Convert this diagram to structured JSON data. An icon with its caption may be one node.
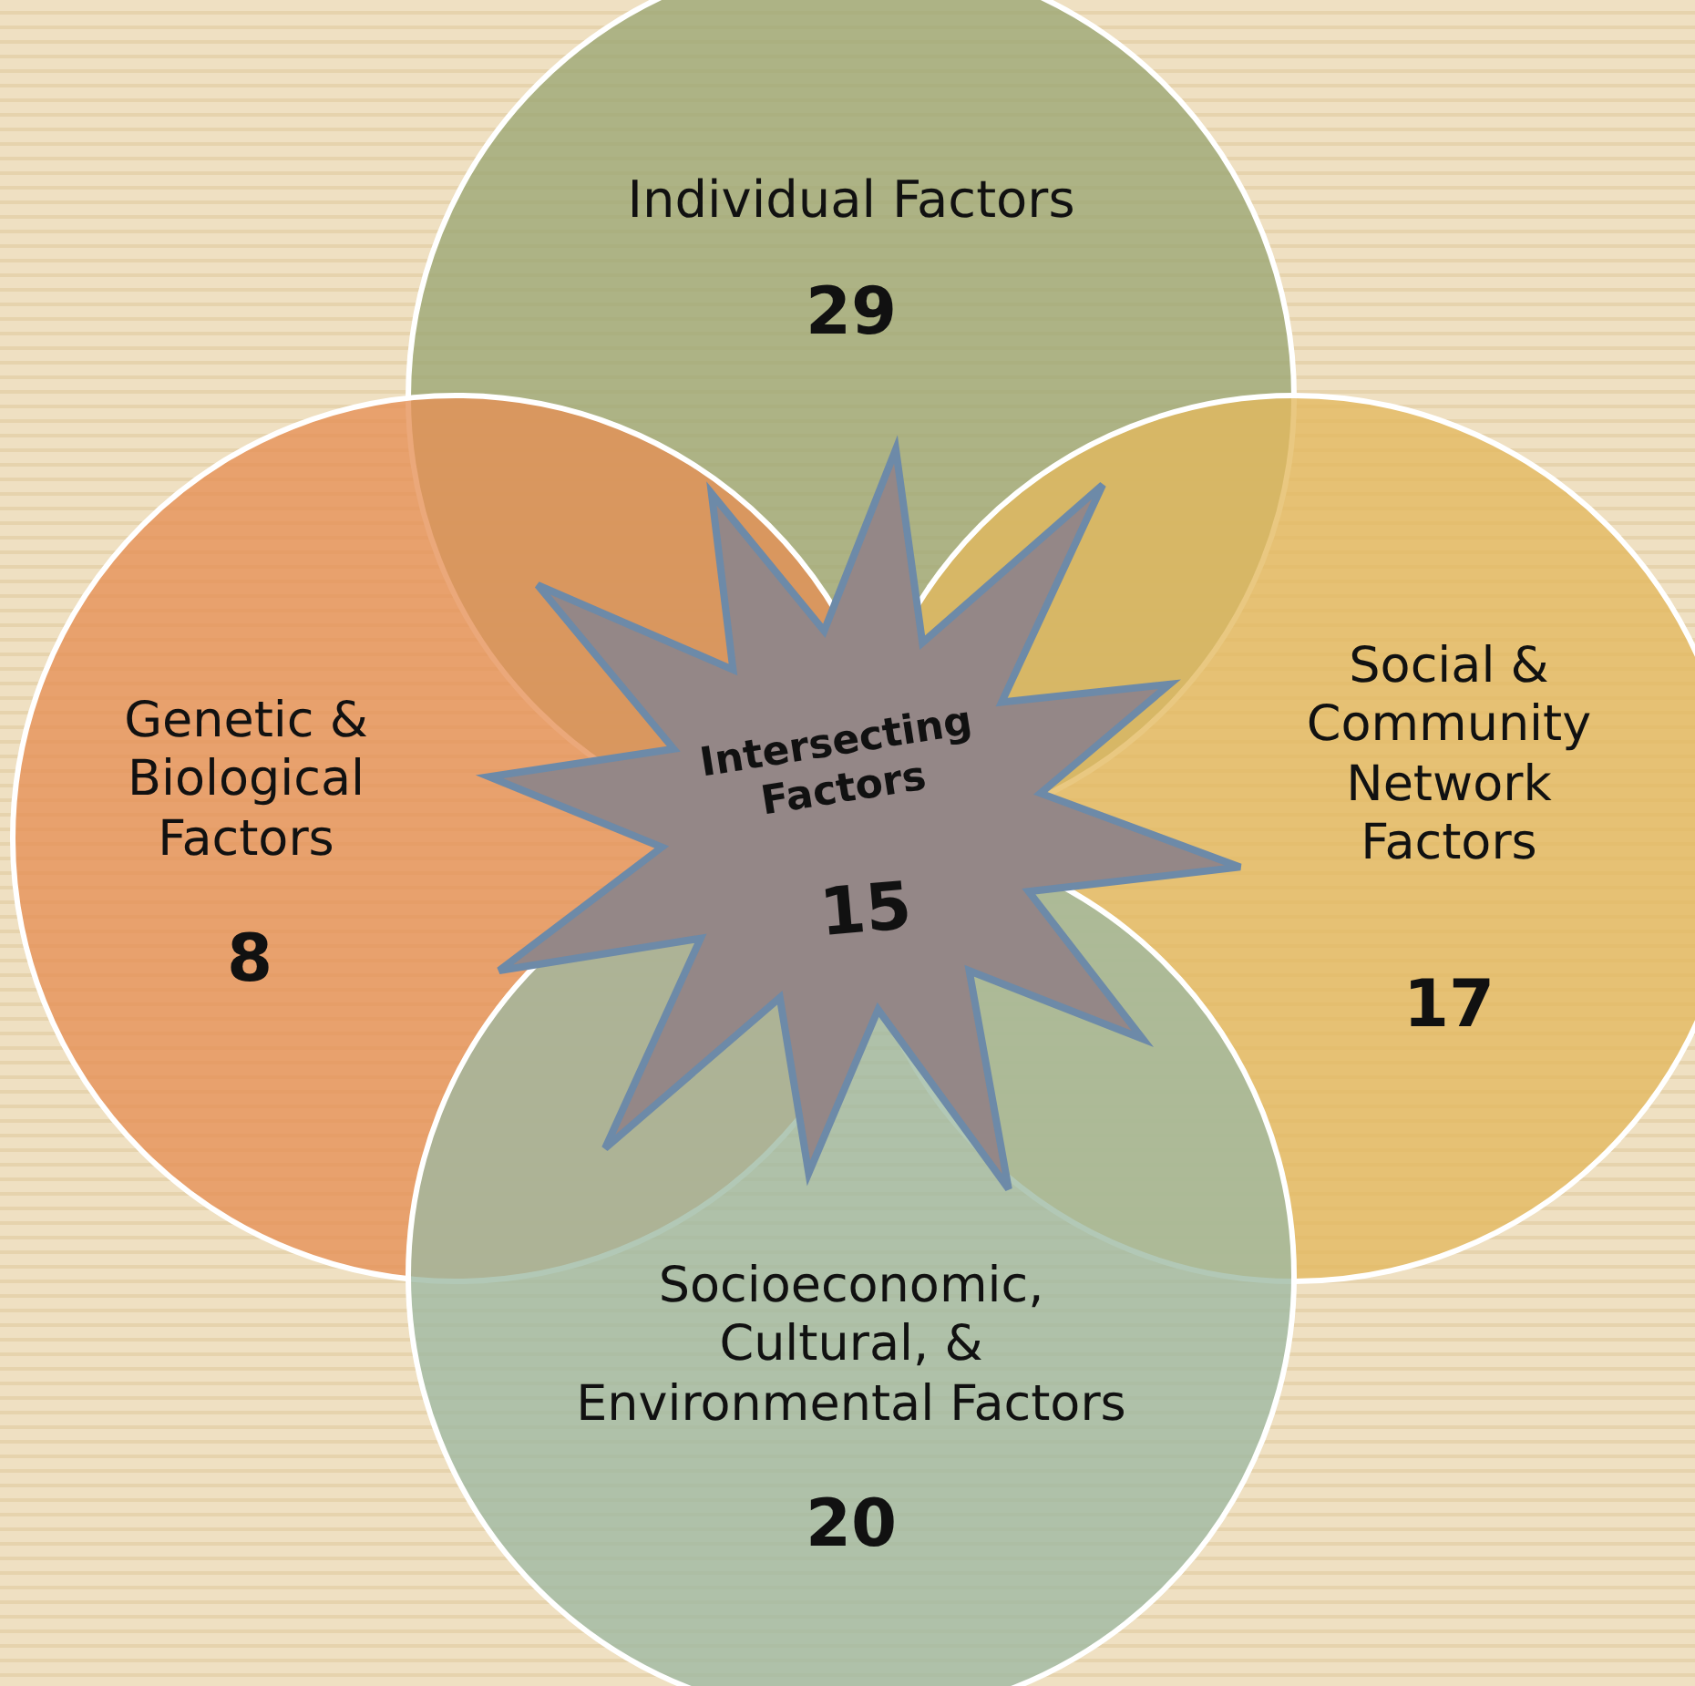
{
  "diagram": {
    "nodes": [
      {
        "text": [
          "Individual Factors",
          "29"
        ]
      },
      {
        "text": [
          "Genetic & Biological Factors",
          "8"
        ]
      },
      {
        "text": [
          "Social & Community Network Factors",
          "17"
        ]
      },
      {
        "text": [
          "Socioeconomic, Cultural, & Environmental Factors",
          "20"
        ]
      },
      {
        "text": [
          "Intersecting Factors",
          "15"
        ]
      }
    ]
  }
}
